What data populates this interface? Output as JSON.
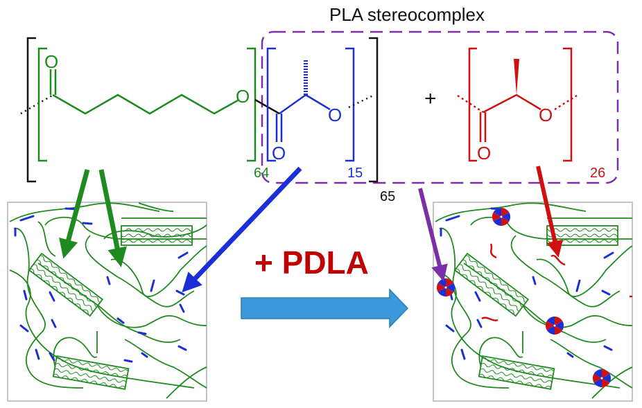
{
  "title": "PLA stereocomplex",
  "reaction": {
    "plus_sign": "+",
    "reagent_label": "+ PDLA"
  },
  "polymer": {
    "pcl_block": {
      "atom_carbonyl_o": "O",
      "atom_ester_o": "O",
      "subscript": "64",
      "color": "#1a8a1a"
    },
    "plla_block": {
      "atom_carbonyl_o": "O",
      "atom_ester_o": "O",
      "subscript": "15",
      "color": "#1a2fd6"
    },
    "outer_subscript": "65",
    "pdla_chain": {
      "atom_carbonyl_o": "O",
      "atom_ester_o": "O",
      "subscript": "26",
      "color": "#d01010"
    }
  },
  "colors": {
    "stereocomplex_box": "#7a2fa8",
    "process_arrow": "#3a9ad9",
    "pdla_text": "#c00000",
    "panel_border": "#b0b0b0"
  },
  "panels": [
    {
      "name": "before",
      "description": "semicrystalline PCL lamellae with PLLA segments"
    },
    {
      "name": "after",
      "description": "PLA stereocomplex crystallites formed"
    }
  ]
}
